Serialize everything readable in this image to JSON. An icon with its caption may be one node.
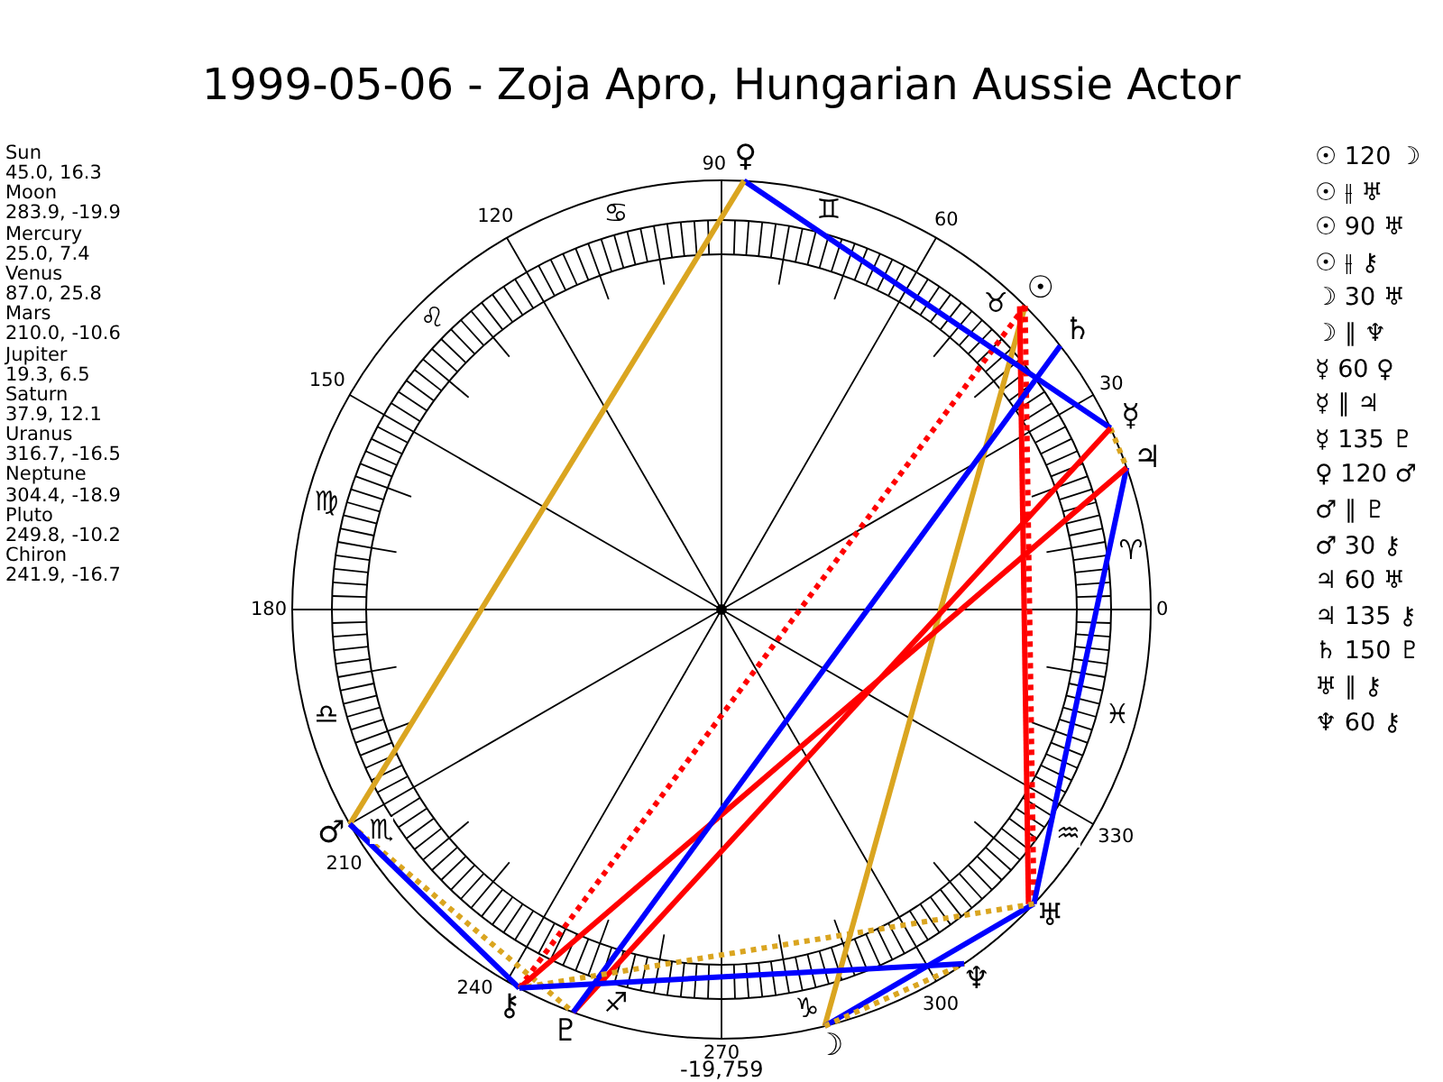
{
  "diagram": {
    "title": "1999-05-06 - Zoja Apro, Hungarian Aussie Actor",
    "nodes": [
      {
        "text": [
          "☉"
        ]
      },
      {
        "text": [
          "☽"
        ]
      },
      {
        "text": [
          "☿"
        ]
      },
      {
        "text": [
          "♀"
        ]
      },
      {
        "text": [
          "♂"
        ]
      },
      {
        "text": [
          "♃"
        ]
      },
      {
        "text": [
          "♄"
        ]
      },
      {
        "text": [
          "♅"
        ]
      },
      {
        "text": [
          "♆"
        ]
      },
      {
        "text": [
          "♇"
        ]
      },
      {
        "text": [
          "⚷"
        ]
      }
    ],
    "edges": [
      {
        "from": 0,
        "to": 1,
        "arrow": "none",
        "color": "#daa520"
      },
      {
        "from": 0,
        "to": 7,
        "arrow": "none",
        "style": "dashed",
        "color": "#ff0000"
      },
      {
        "from": 0,
        "to": 7,
        "arrow": "none",
        "color": "#ff0000"
      },
      {
        "from": 0,
        "to": 10,
        "arrow": "none",
        "style": "dashed",
        "color": "#ff0000"
      },
      {
        "from": 1,
        "to": 7,
        "arrow": "none",
        "color": "#0000ff"
      },
      {
        "from": 1,
        "to": 8,
        "arrow": "none",
        "style": "dashed",
        "color": "#daa520"
      },
      {
        "from": 2,
        "to": 3,
        "arrow": "none",
        "color": "#0000ff"
      },
      {
        "from": 2,
        "to": 5,
        "arrow": "none",
        "style": "dashed",
        "color": "#daa520"
      },
      {
        "from": 2,
        "to": 9,
        "arrow": "none",
        "color": "#ff0000"
      },
      {
        "from": 3,
        "to": 4,
        "arrow": "none",
        "color": "#daa520"
      },
      {
        "from": 4,
        "to": 9,
        "arrow": "none",
        "style": "dashed",
        "color": "#daa520"
      },
      {
        "from": 4,
        "to": 10,
        "arrow": "none",
        "color": "#0000ff"
      },
      {
        "from": 5,
        "to": 7,
        "arrow": "none",
        "color": "#0000ff"
      },
      {
        "from": 5,
        "to": 10,
        "arrow": "none",
        "color": "#ff0000"
      },
      {
        "from": 6,
        "to": 9,
        "arrow": "none",
        "color": "#0000ff"
      },
      {
        "from": 7,
        "to": 10,
        "arrow": "none",
        "style": "dashed",
        "color": "#daa520"
      },
      {
        "from": 8,
        "to": 10,
        "arrow": "none",
        "color": "#0000ff"
      }
    ],
    "labels": [
      "Sun",
      "45.0, 16.3",
      "Moon",
      "283.9, -19.9",
      "Mercury",
      "25.0, 7.4",
      "Venus",
      "87.0, 25.8",
      "Mars",
      "210.0, -10.6",
      "Jupiter",
      "19.3, 6.5",
      "Saturn",
      "37.9, 12.1",
      "Uranus",
      "316.7, -16.5",
      "Neptune",
      "304.4, -18.9",
      "Pluto",
      "249.8, -10.2",
      "Chiron",
      "241.9, -16.7",
      "☉ 120 ☽",
      "☉ ⫲ ♅",
      "☉ 90 ♅",
      "☉ ⫲ ⚷",
      "☽ 30 ♅",
      "☽ ∥ ♆",
      "☿ 60 ♀",
      "☿ ∥ ♃",
      "☿ 135 ♇",
      "♀ 120 ♂",
      "♂ ∥ ♇",
      "♂ 30 ⚷",
      "♃ 60 ♅",
      "♃ 135 ⚷",
      "♄ 150 ♇",
      "♅ ∥ ⚷",
      "♆ 60 ⚷",
      "90",
      "120",
      "60",
      "150",
      "30",
      "180",
      "0",
      "210",
      "330",
      "240",
      "300",
      "270",
      "♋",
      "♊",
      "♌",
      "♉",
      "♍",
      "♈",
      "♎",
      "♓",
      "♏",
      "♒",
      "♐",
      "♑",
      "-19,759"
    ]
  }
}
